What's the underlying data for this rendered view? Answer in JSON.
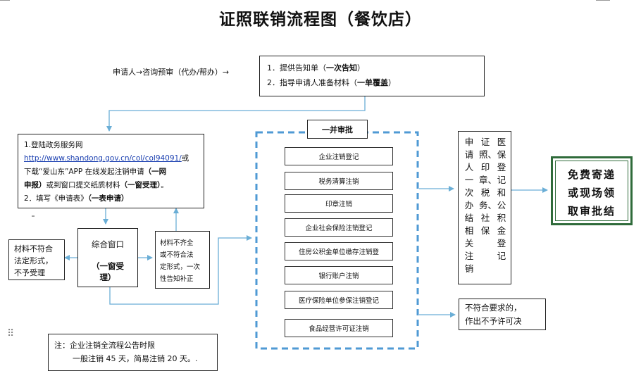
{
  "title": "证照联销流程图（餐饮店）",
  "consult": {
    "lead": "申请人→咨询预审（代办/帮办）→",
    "line1": "1．提供告知单（",
    "line1_bold": "一次告知",
    "line1_end": "）",
    "line2": "2．指导申请人准备材料（",
    "line2_bold": "一单覆盖",
    "line2_end": "）"
  },
  "apply": {
    "l1": "1.登陆政务服务网",
    "url": "http://www.shandong.gov.cn/col/col94091/",
    "l2_tail": "或",
    "l3": "下载“爱山东”APP 在线发起注销申请",
    "l3_bold": "（一网",
    "l4_bold": "申报）",
    "l4": "或到窗口提交纸质材料",
    "l4_bold2": "（一窗受理）",
    "l4_end": "。",
    "l5": "2．填写《申请表》",
    "l5_bold": "（一表申请）"
  },
  "reject_left": {
    "l1": "材料不符合",
    "l2": "法定形式，",
    "l3": "不予受理"
  },
  "window": {
    "name": "综合窗口",
    "bold": "（一窗受",
    "bold2": "理）"
  },
  "supplement": {
    "l1": "材料不齐全",
    "l2": "或不符合法",
    "l3": "定形式，一次",
    "l4": "性告知补正"
  },
  "joint": {
    "label": "一并审批",
    "items": [
      "企业注销登记",
      "税务清算注销",
      "印章注销",
      "企业社会保险注销登记",
      "住房公积金单位缴存注销登",
      "银行账户注销",
      "医疗保险单位参保注销登记",
      "食品经营许可证注销"
    ]
  },
  "result": {
    "text": "申请人一次办结相关注销证照、印章、税务、社保医保登记和公积金登记"
  },
  "final": {
    "l1": "免费寄递",
    "l2": "或现场领",
    "l3": "取审批结"
  },
  "reject_right": {
    "l1": "不符合要求的，",
    "l2": "作出不予许可决"
  },
  "note": {
    "l1": "注：企业注销全流程公告时限",
    "l2": "一般注销 45 天，简易注销 20 天。."
  },
  "handle": "⠿",
  "colors": {
    "arrow": "#6aaed6",
    "dashed": "#4f9ad4",
    "final_border": "#2f6b3a"
  }
}
